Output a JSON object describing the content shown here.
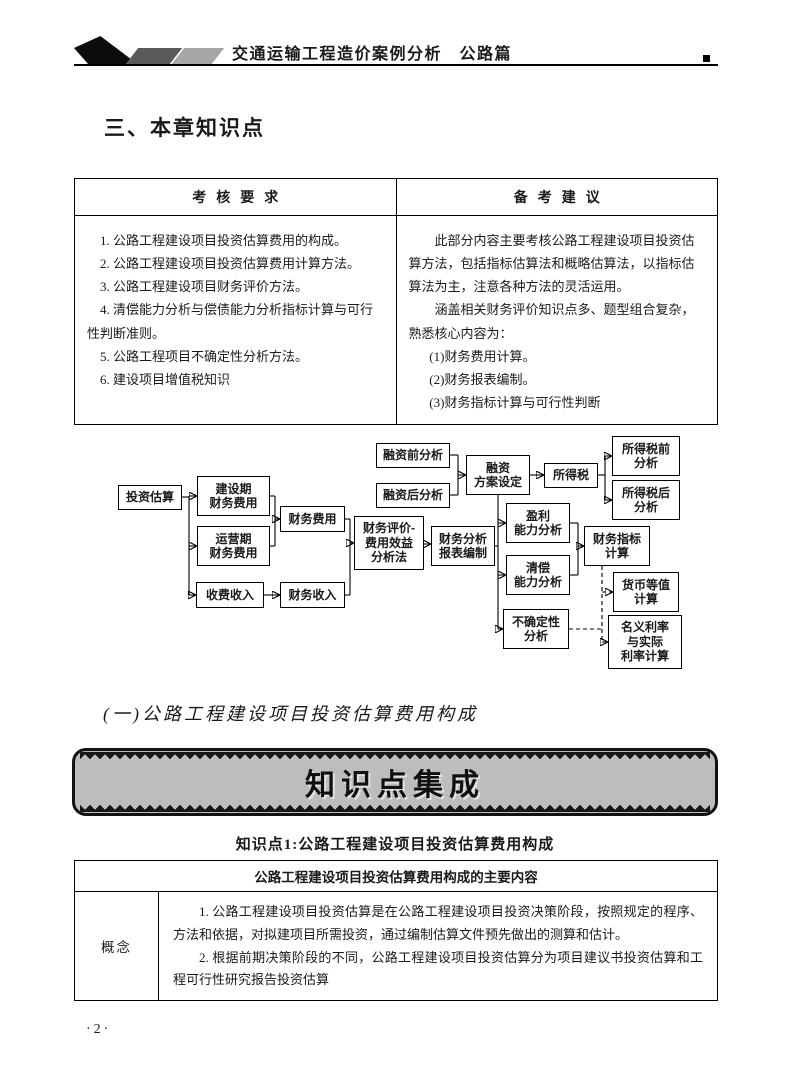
{
  "header": {
    "book_title": "交通运输工程造价案例分析　公路篇"
  },
  "section_title": "三、本章知识点",
  "exam_table": {
    "col1_header": "考核要求",
    "col2_header": "备考建议",
    "requirements": [
      "1. 公路工程建设项目投资估算费用的构成。",
      "2. 公路工程建设项目投资估算费用计算方法。",
      "3. 公路工程建设项目财务评价方法。",
      "4. 清偿能力分析与偿债能力分析指标计算与可行性判断准则。",
      "5. 公路工程项目不确定性分析方法。",
      "6. 建设项目增值税知识"
    ],
    "suggestions": [
      "此部分内容主要考核公路工程建设项目投资估算方法，包括指标估算法和概略估算法，以指标估算法为主，注意各种方法的灵活运用。",
      "涵盖相关财务评价知识点多、题型组合复杂，熟悉核心内容为：",
      "(1)财务费用计算。",
      "(2)财务报表编制。",
      "(3)财务指标计算与可行性判断"
    ]
  },
  "flowchart": {
    "nodes": {
      "invest": "投资估算",
      "constr": "建设期\n财务费用",
      "oper": "运营期\n财务费用",
      "fincost": "财务费用",
      "toll": "收费收入",
      "finincome": "财务收入",
      "evaluation": "财务评价-\n费用效益\n分析法",
      "report": "财务分析\n报表编制",
      "prefin": "融资前分析",
      "postfin": "融资后分析",
      "finplan": "融资\n方案设定",
      "tax": "所得税",
      "pretax": "所得税前\n分析",
      "posttax": "所得税后\n分析",
      "profit": "盈利\n能力分析",
      "solvency": "清偿\n能力分析",
      "uncertainty": "不确定性\n分析",
      "indicator": "财务指标\n计算",
      "currency": "货币等值\n计算",
      "nominal": "名义利率\n与实际\n利率计算"
    }
  },
  "subsection_title": "(一)公路工程建设项目投资估算费用构成",
  "banner_title": "知识点集成",
  "knowledge_point_title": "知识点1:公路工程建设项目投资估算费用构成",
  "concept_table": {
    "header": "公路工程建设项目投资估算费用构成的主要内容",
    "row_label": "概念",
    "paragraphs": [
      "1. 公路工程建设项目投资估算是在公路工程建设项目投资决策阶段，按照规定的程序、方法和依据，对拟建项目所需投资，通过编制估算文件预先做出的测算和估计。",
      "2. 根据前期决策阶段的不同，公路工程建设项目投资估算分为项目建议书投资估算和工程可行性研究报告投资估算"
    ]
  },
  "page_number": "·2·"
}
